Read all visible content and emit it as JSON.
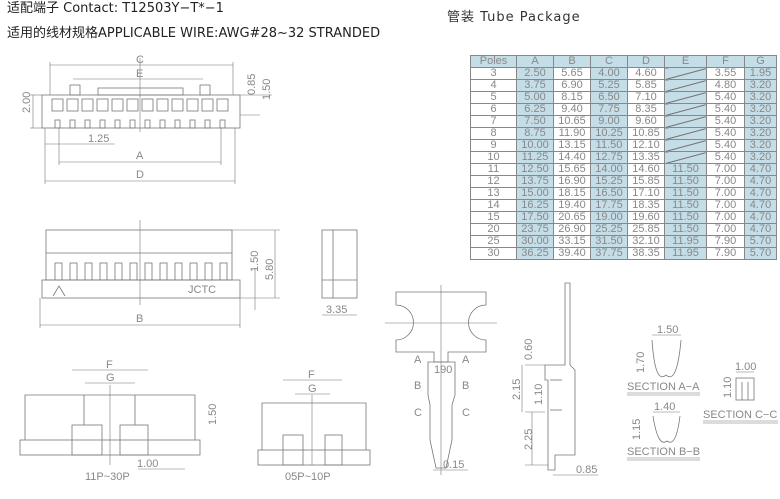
{
  "header": {
    "contact": "适配端子 Contact: T12503Y−T*−1",
    "wire": "适用的线材规格APPLICABLE WIRE:AWG#28~32 STRANDED"
  },
  "tube": {
    "title": "管装  Tube Package",
    "columns": [
      "Poles",
      "A",
      "B",
      "C",
      "D",
      "E",
      "F",
      "G"
    ],
    "rows": [
      [
        "3",
        "2.50",
        "5.65",
        "4.00",
        "4.60",
        "",
        "3.55",
        "1.95"
      ],
      [
        "4",
        "3.75",
        "6.90",
        "5.25",
        "5.85",
        "",
        "4.80",
        "3.20"
      ],
      [
        "5",
        "5.00",
        "8.15",
        "6.50",
        "7.10",
        "",
        "5.40",
        "3.20"
      ],
      [
        "6",
        "6.25",
        "9.40",
        "7.75",
        "8.35",
        "",
        "5.40",
        "3.20"
      ],
      [
        "7",
        "7.50",
        "10.65",
        "9.00",
        "9.60",
        "",
        "5.40",
        "3.20"
      ],
      [
        "8",
        "8.75",
        "11.90",
        "10.25",
        "10.85",
        "",
        "5.40",
        "3.20"
      ],
      [
        "9",
        "10.00",
        "13.15",
        "11.50",
        "12.10",
        "",
        "5.40",
        "3.20"
      ],
      [
        "10",
        "11.25",
        "14.40",
        "12.75",
        "13.35",
        "",
        "5.40",
        "3.20"
      ],
      [
        "11",
        "12.50",
        "15.65",
        "14.00",
        "14.60",
        "11.50",
        "7.00",
        "4.70"
      ],
      [
        "12",
        "13.75",
        "16.90",
        "15.25",
        "15.85",
        "11.50",
        "7.00",
        "4.70"
      ],
      [
        "13",
        "15.00",
        "18.15",
        "16.50",
        "17.10",
        "11.50",
        "7.00",
        "4.70"
      ],
      [
        "14",
        "16.25",
        "19.40",
        "17.75",
        "18.35",
        "11.50",
        "7.00",
        "4.70"
      ],
      [
        "15",
        "17.50",
        "20.65",
        "19.00",
        "19.60",
        "11.50",
        "7.00",
        "4.70"
      ],
      [
        "20",
        "23.75",
        "26.90",
        "25.25",
        "25.85",
        "11.50",
        "7.00",
        "4.70"
      ],
      [
        "25",
        "30.00",
        "33.15",
        "31.50",
        "32.10",
        "11.95",
        "7.90",
        "5.70"
      ],
      [
        "30",
        "36.25",
        "39.40",
        "37.75",
        "38.35",
        "11.95",
        "7.90",
        "5.70"
      ]
    ]
  },
  "top_view": {
    "c": "C",
    "e": "E",
    "h200": "2.00",
    "h085": "0.85",
    "h150": "1.50",
    "pitch": "1.25",
    "a": "A",
    "d": "D"
  },
  "front_view": {
    "h150": "1.50",
    "h580": "5.80",
    "b": "B",
    "brand": "JCTC",
    "w335": "3.35"
  },
  "bottom_view": {
    "f": "F",
    "g": "G",
    "h150": "1.50",
    "w100": "1.00",
    "label_large": "11P~30P",
    "f2": "F",
    "g2": "G",
    "label_small": "05P~10P"
  },
  "terminal": {
    "a": "A",
    "b": "B",
    "c": "C",
    "mark": "190",
    "w015": "0.15",
    "h060": "0.60",
    "h215": "2.15",
    "h110": "1.10",
    "h225": "2.25",
    "w085": "0.85"
  },
  "sections": {
    "aa": {
      "w": "1.50",
      "h": "1.70",
      "label": "SECTION  A−A"
    },
    "bb": {
      "w": "1.40",
      "h": "1.15",
      "label": "SECTION  B−B"
    },
    "cc": {
      "w": "1.00",
      "h": "1.10",
      "label": "SECTION  C−C"
    }
  }
}
